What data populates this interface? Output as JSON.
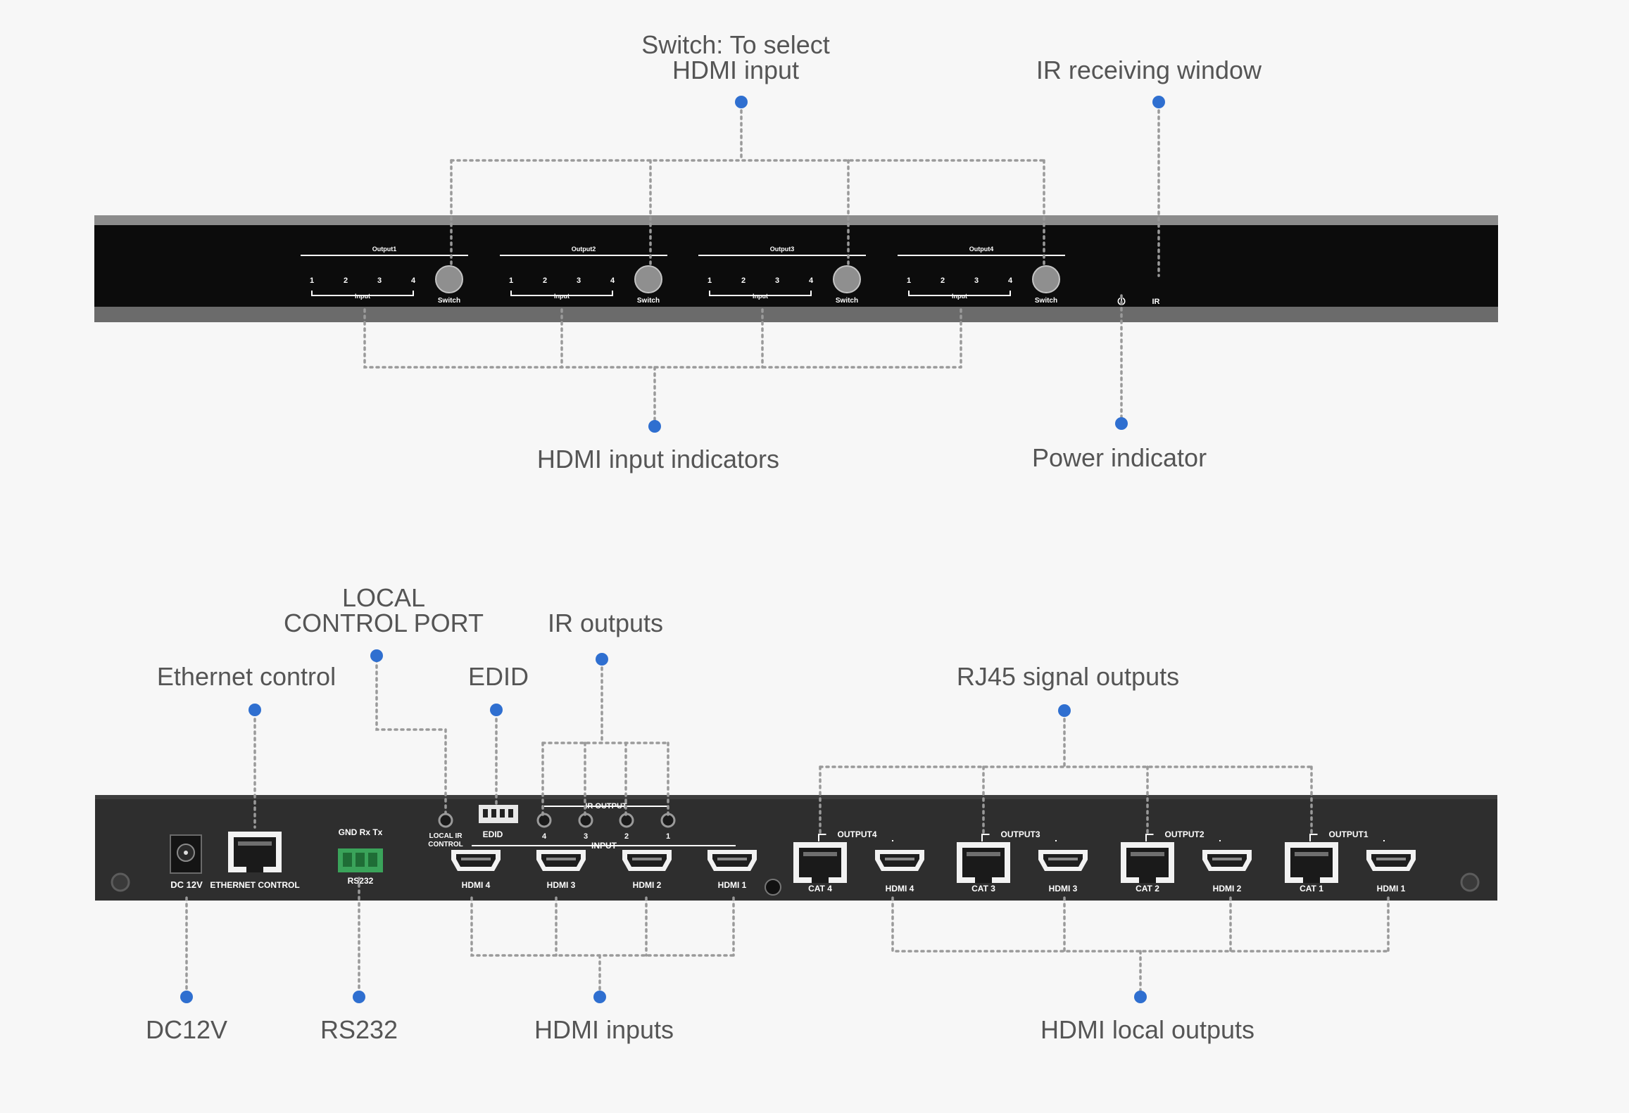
{
  "front_panel": {
    "callouts": {
      "switch_line1": "Switch: To select",
      "switch_line2": "HDMI input",
      "ir_window": "IR receiving window",
      "input_indicators": "HDMI input indicators",
      "power_indicator": "Power indicator"
    },
    "groups": [
      {
        "output": "Output1",
        "numbers": [
          "1",
          "2",
          "3",
          "4"
        ],
        "input": "Input",
        "switch": "Switch"
      },
      {
        "output": "Output2",
        "numbers": [
          "1",
          "2",
          "3",
          "4"
        ],
        "input": "Input",
        "switch": "Switch"
      },
      {
        "output": "Output3",
        "numbers": [
          "1",
          "2",
          "3",
          "4"
        ],
        "input": "Input",
        "switch": "Switch"
      },
      {
        "output": "Output4",
        "numbers": [
          "1",
          "2",
          "3",
          "4"
        ],
        "input": "Input",
        "switch": "Switch"
      }
    ],
    "power_symbol": "⏻",
    "ir_label": "IR"
  },
  "rear_panel": {
    "callouts": {
      "local_control_line1": "LOCAL",
      "local_control_line2": "CONTROL PORT",
      "ethernet_control": "Ethernet control",
      "edid": "EDID",
      "ir_outputs": "IR outputs",
      "rj45_outputs": "RJ45 signal outputs",
      "dc12v": "DC12V",
      "rs232": "RS232",
      "hdmi_inputs": "HDMI inputs",
      "hdmi_local_outputs": "HDMI local outputs"
    },
    "labels": {
      "dc": "DC 12V",
      "ethernet": "ETHERNET CONTROL",
      "rs232_pins": "GND Rx Tx",
      "rs232": "RS232",
      "local_ir_line1": "LOCAL IR",
      "local_ir_line2": "CONTROL",
      "edid": "EDID",
      "ir_output": "IR OUTPUT",
      "ir_numbers": [
        "4",
        "3",
        "2",
        "1"
      ],
      "input": "INPUT",
      "hdmi_inputs": [
        "HDMI 4",
        "HDMI 3",
        "HDMI 2",
        "HDMI 1"
      ],
      "outputs": [
        {
          "group": "OUTPUT4",
          "cat": "CAT 4",
          "hdmi": "HDMI 4"
        },
        {
          "group": "OUTPUT3",
          "cat": "CAT 3",
          "hdmi": "HDMI 3"
        },
        {
          "group": "OUTPUT2",
          "cat": "CAT 2",
          "hdmi": "HDMI 2"
        },
        {
          "group": "OUTPUT1",
          "cat": "CAT 1",
          "hdmi": "HDMI 1"
        }
      ]
    }
  },
  "colors": {
    "accent_dot": "#2f6fd0",
    "front_panel": "#0c0c0c",
    "rear_panel": "#2e2e2e",
    "terminal_block": "#3aa35a"
  }
}
